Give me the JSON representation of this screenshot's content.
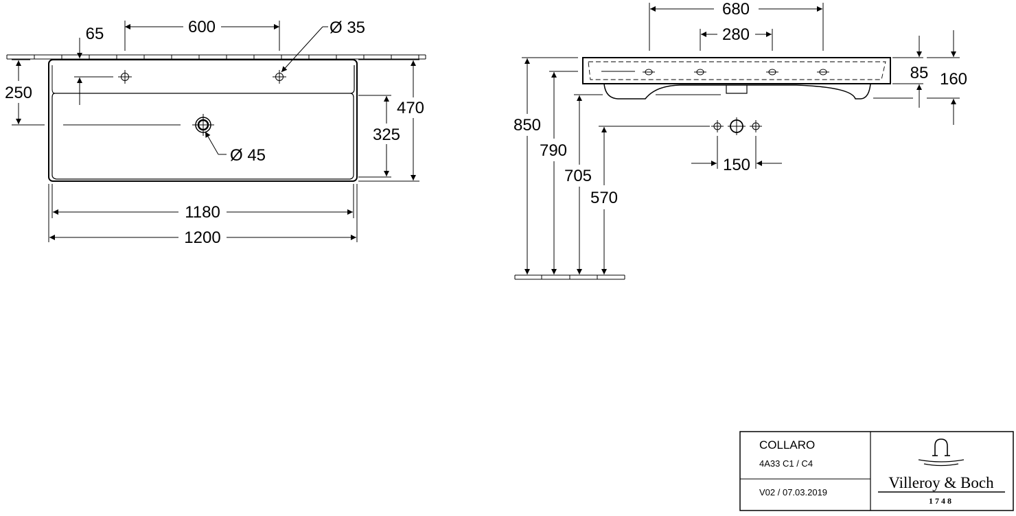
{
  "top_view": {
    "dims": {
      "tap_hole_spacing": "600",
      "rear_offset": "65",
      "tap_hole_diameter": "Ø 35",
      "hole_row_to_waste": "250",
      "depth": "470",
      "waste_to_front": "325",
      "waste_diameter": "Ø 45",
      "inner_width": "1180",
      "overall_width": "1200"
    }
  },
  "side_view": {
    "dims": {
      "depth": "680",
      "inner_spacing": "280",
      "rim_thickness": "85",
      "total_height": "160",
      "rim_height": "850",
      "bowl_height": "790",
      "underside_height": "705",
      "connection_height": "570",
      "connection_spacing": "150"
    }
  },
  "title_block": {
    "product_name": "COLLARO",
    "article_codes": "4A33 C1 / C4",
    "version": "V02 / 07.03.2019",
    "brand_name": "Villeroy & Boch",
    "brand_year": "1748"
  },
  "colors": {
    "line": "#000000",
    "background": "#ffffff"
  }
}
